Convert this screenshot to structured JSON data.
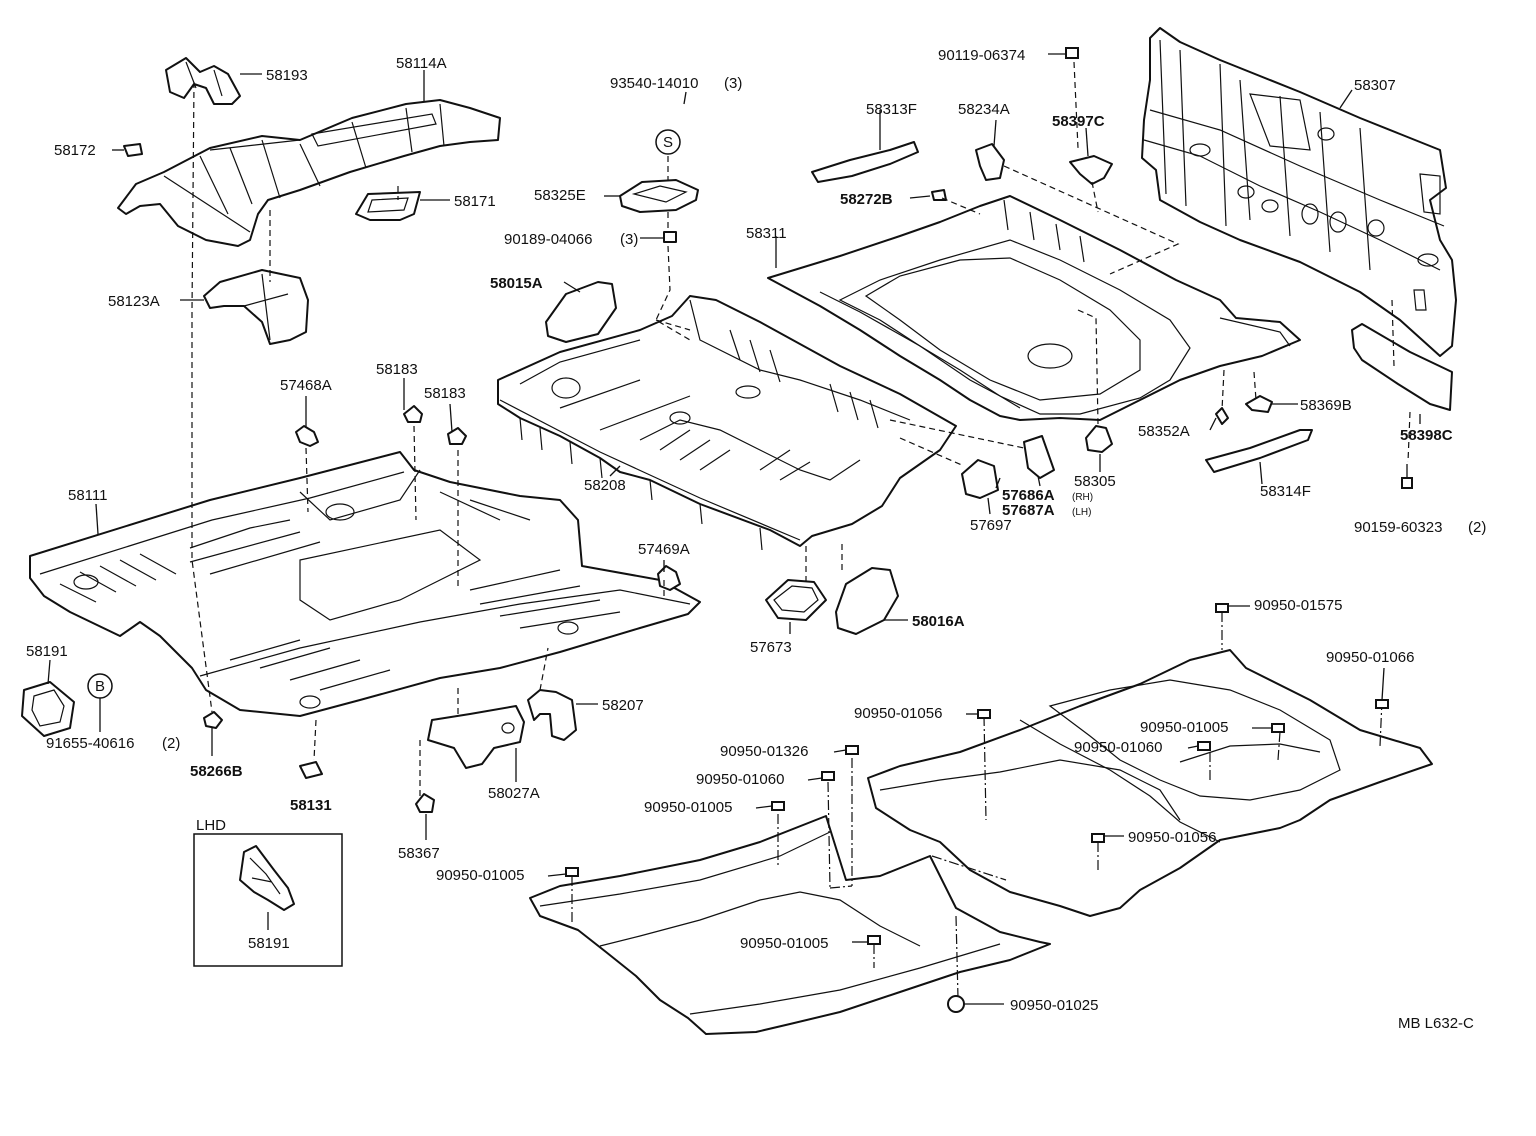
{
  "diagram": {
    "code": "MB L632-C",
    "inset_title": "LHD",
    "circle_s": "S",
    "circle_b": "B"
  },
  "labels": {
    "l58193": "58193",
    "l58114A": "58114A",
    "l58172": "58172",
    "l58171": "58171",
    "l58123A": "58123A",
    "l57468A": "57468A",
    "l58183a": "58183",
    "l58183b": "58183",
    "l58111": "58111",
    "l57469A": "57469A",
    "l58191": "58191",
    "l91655": "91655-40616",
    "l91655q": "(2)",
    "l58266B": "58266B",
    "l58131": "58131",
    "l58207": "58207",
    "l58027A": "58027A",
    "l58367": "58367",
    "l58191lhd": "58191",
    "l93540": "93540-14010",
    "l93540q": "(3)",
    "l58325E": "58325E",
    "l90189": "90189-04066",
    "l90189q": "(3)",
    "l58015A": "58015A",
    "l58208": "58208",
    "l57673": "57673",
    "l58016A": "58016A",
    "l58313F": "58313F",
    "l58272B": "58272B",
    "l58234A": "58234A",
    "l90119": "90119-06374",
    "l58397C": "58397C",
    "l58311": "58311",
    "l58307": "58307",
    "l58352A": "58352A",
    "l58369B": "58369B",
    "l58398C": "58398C",
    "l58305": "58305",
    "l58314F": "58314F",
    "l57686A": "57686A",
    "l57686Aq": "(RH)",
    "l57687A": "57687A",
    "l57687Aq": "(LH)",
    "l57697": "57697",
    "l90159": "90159-60323",
    "l90159q": "(2)",
    "l0101575": "90950-01575",
    "l0101066": "90950-01066",
    "l0101056a": "90950-01056",
    "l0101005a": "90950-01005",
    "l0101060a": "90950-01060",
    "l0101326": "90950-01326",
    "l0101060b": "90950-01060",
    "l0101005b": "90950-01005",
    "l0101056b": "90950-01056",
    "l0101005c": "90950-01005",
    "l0101005d": "90950-01005",
    "l0101025": "90950-01025"
  }
}
